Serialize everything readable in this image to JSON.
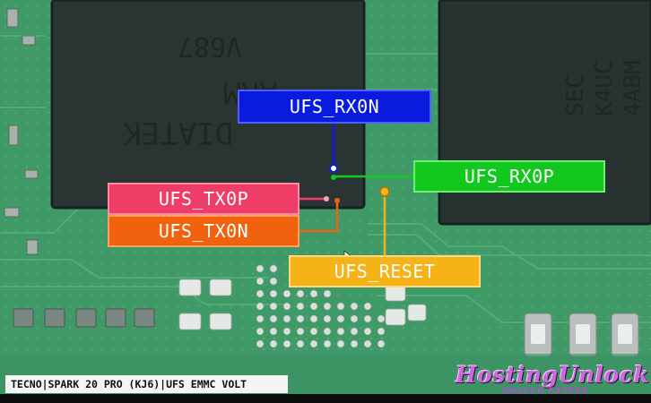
{
  "labels": {
    "rx0n": "UFS_RX0N",
    "rx0p": "UFS_RX0P",
    "tx0p": "UFS_TX0P",
    "tx0n": "UFS_TX0N",
    "reset": "UFS_RESET"
  },
  "caption": "TECNO|SPARK 20 PRO (KJ6)|UFS EMMC VOLT",
  "watermark": {
    "title": "HostingUnlock",
    "subtitle": "UNLOCK EXPERE"
  },
  "chip_markings": {
    "soc_line1": "V687",
    "soc_line2": "ARM",
    "soc_line3": "DIATEK",
    "memory_line1": "SEC",
    "memory_line2": "K4UC",
    "memory_line3": "4ABM"
  },
  "colors": {
    "rx0n": "#0a1be0",
    "rx0p": "#12c81e",
    "tx0p": "#ee3e67",
    "tx0n": "#f0620e",
    "reset": "#f6b318",
    "board": "#3f9a68",
    "chip": "#2a3533"
  }
}
